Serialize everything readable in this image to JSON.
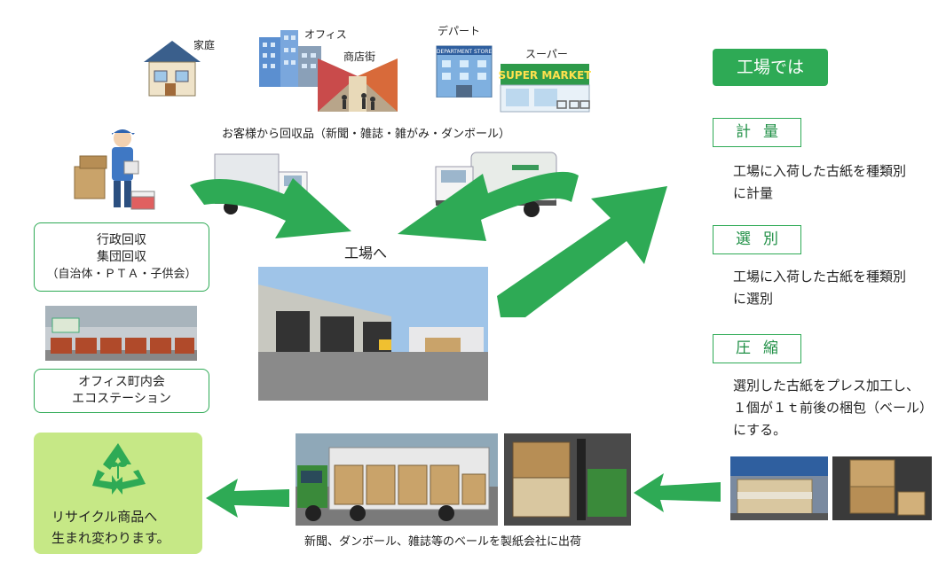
{
  "sources": {
    "house": "家庭",
    "office": "オフィス",
    "shopping_street": "商店街",
    "department_store": "デパート",
    "department_store_sign": "DEPARTMENT STORE",
    "supermarket": "スーパー",
    "supermarket_sign": "SUPER MARKET"
  },
  "collection_caption": "お客様から回収品（新聞・雑誌・雑がみ・ダンボール）",
  "collection_box": {
    "line1": "行政回収",
    "line2": "集団回収",
    "line3": "（自治体・ＰＴＡ・子供会）"
  },
  "office_box": {
    "line1": "オフィス町内会",
    "line2": "エコステーション"
  },
  "to_factory": "工場へ",
  "factory_panel": {
    "title": "工場では",
    "steps": [
      {
        "label": "計量",
        "desc_line1": "工場に入荷した古紙を種類別",
        "desc_line2": "に計量"
      },
      {
        "label": "選別",
        "desc_line1": "工場に入荷した古紙を種類別",
        "desc_line2": "に選別"
      },
      {
        "label": "圧縮",
        "desc_line1": "選別した古紙をプレス加工し、",
        "desc_line2": "１個が１ｔ前後の梱包（ベール）",
        "desc_line3": "にする。"
      }
    ]
  },
  "shipping_caption": "新聞、ダンボール、雑誌等のベールを製紙会社に出荷",
  "recycle_box": {
    "line1": "リサイクル商品へ",
    "line2": "生まれ変わります。"
  },
  "colors": {
    "accent_green": "#2eaa55",
    "recycle_bg": "#c6e886"
  }
}
